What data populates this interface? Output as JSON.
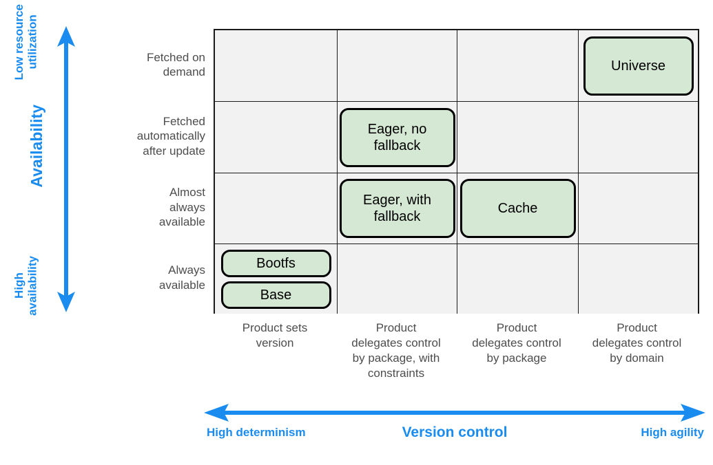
{
  "colors": {
    "accent_blue": "#1a8cf0",
    "node_fill": "#d5e8d4",
    "node_stroke": "#000000",
    "cell_fill": "#f2f2f2",
    "grid_stroke": "#1a1a1a",
    "label_gray": "#4d4d4d"
  },
  "vertical_axis": {
    "title": "Availability",
    "top_label": "Low resource\nutilization",
    "bottom_label": "High\navailability",
    "arrow": "double-headed-vertical-arrow"
  },
  "horizontal_axis": {
    "title": "Version control",
    "left_label": "High determinism",
    "right_label": "High agility",
    "arrow": "double-headed-horizontal-arrow"
  },
  "rows": [
    {
      "label": "Fetched on\ndemand"
    },
    {
      "label": "Fetched\nautomatically\nafter update"
    },
    {
      "label": "Almost\nalways\navailable"
    },
    {
      "label": "Always\navailable"
    }
  ],
  "columns": [
    {
      "label": "Product sets\nversion"
    },
    {
      "label": "Product\ndelegates control\nby package, with\nconstraints"
    },
    {
      "label": "Product\ndelegates control\nby package"
    },
    {
      "label": "Product\ndelegates control\nby domain"
    }
  ],
  "cells": [
    {
      "row": 0,
      "col": 0,
      "nodes": []
    },
    {
      "row": 0,
      "col": 1,
      "nodes": []
    },
    {
      "row": 0,
      "col": 2,
      "nodes": []
    },
    {
      "row": 0,
      "col": 3,
      "nodes": [
        {
          "label": "Universe",
          "size": "wide"
        }
      ]
    },
    {
      "row": 1,
      "col": 0,
      "nodes": []
    },
    {
      "row": 1,
      "col": 1,
      "nodes": [
        {
          "label": "Eager, no\nfallback",
          "size": "tall"
        }
      ]
    },
    {
      "row": 1,
      "col": 2,
      "nodes": []
    },
    {
      "row": 1,
      "col": 3,
      "nodes": []
    },
    {
      "row": 2,
      "col": 0,
      "nodes": []
    },
    {
      "row": 2,
      "col": 1,
      "nodes": [
        {
          "label": "Eager, with\nfallback",
          "size": "tall"
        }
      ]
    },
    {
      "row": 2,
      "col": 2,
      "nodes": [
        {
          "label": "Cache",
          "size": "tall"
        }
      ]
    },
    {
      "row": 2,
      "col": 3,
      "nodes": []
    },
    {
      "row": 3,
      "col": 0,
      "nodes": [
        {
          "label": "Bootfs",
          "size": "slim"
        },
        {
          "label": "Base",
          "size": "slim"
        }
      ]
    },
    {
      "row": 3,
      "col": 1,
      "nodes": []
    },
    {
      "row": 3,
      "col": 2,
      "nodes": []
    },
    {
      "row": 3,
      "col": 3,
      "nodes": []
    }
  ]
}
